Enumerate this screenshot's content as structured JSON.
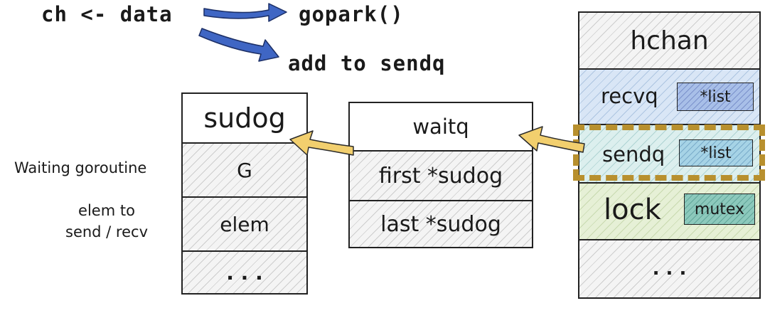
{
  "code": {
    "send_stmt": "ch <- data",
    "gopark": "gopark()",
    "add_to_sendq": "add to sendq"
  },
  "sudog": {
    "title": "sudog",
    "g": "G",
    "elem": "elem",
    "more": ". . ."
  },
  "side_labels": {
    "waiting_goroutine": "Waiting goroutine",
    "elem_line1": "elem to",
    "elem_line2": "send / recv"
  },
  "waitq": {
    "title": "waitq",
    "first": "first *sudog",
    "last": "last *sudog"
  },
  "hchan": {
    "title": "hchan",
    "recvq": "recvq",
    "recvq_tag": "*list",
    "sendq": "sendq",
    "sendq_tag": "*list",
    "lock": "lock",
    "lock_tag": "mutex",
    "more": ". . ."
  },
  "colors": {
    "code_arrow": "#3f66c4",
    "pointer_arrow": "#f2cf6e",
    "highlight": "#b8902e",
    "recvq_fill": "#d9e6f6",
    "sendq_fill": "#dcefee",
    "lock_fill": "#e6f0d6"
  },
  "icons": {
    "code_arrow": "blue-flow-arrow",
    "pointer_arrow": "yellow-pointer-arrow"
  }
}
